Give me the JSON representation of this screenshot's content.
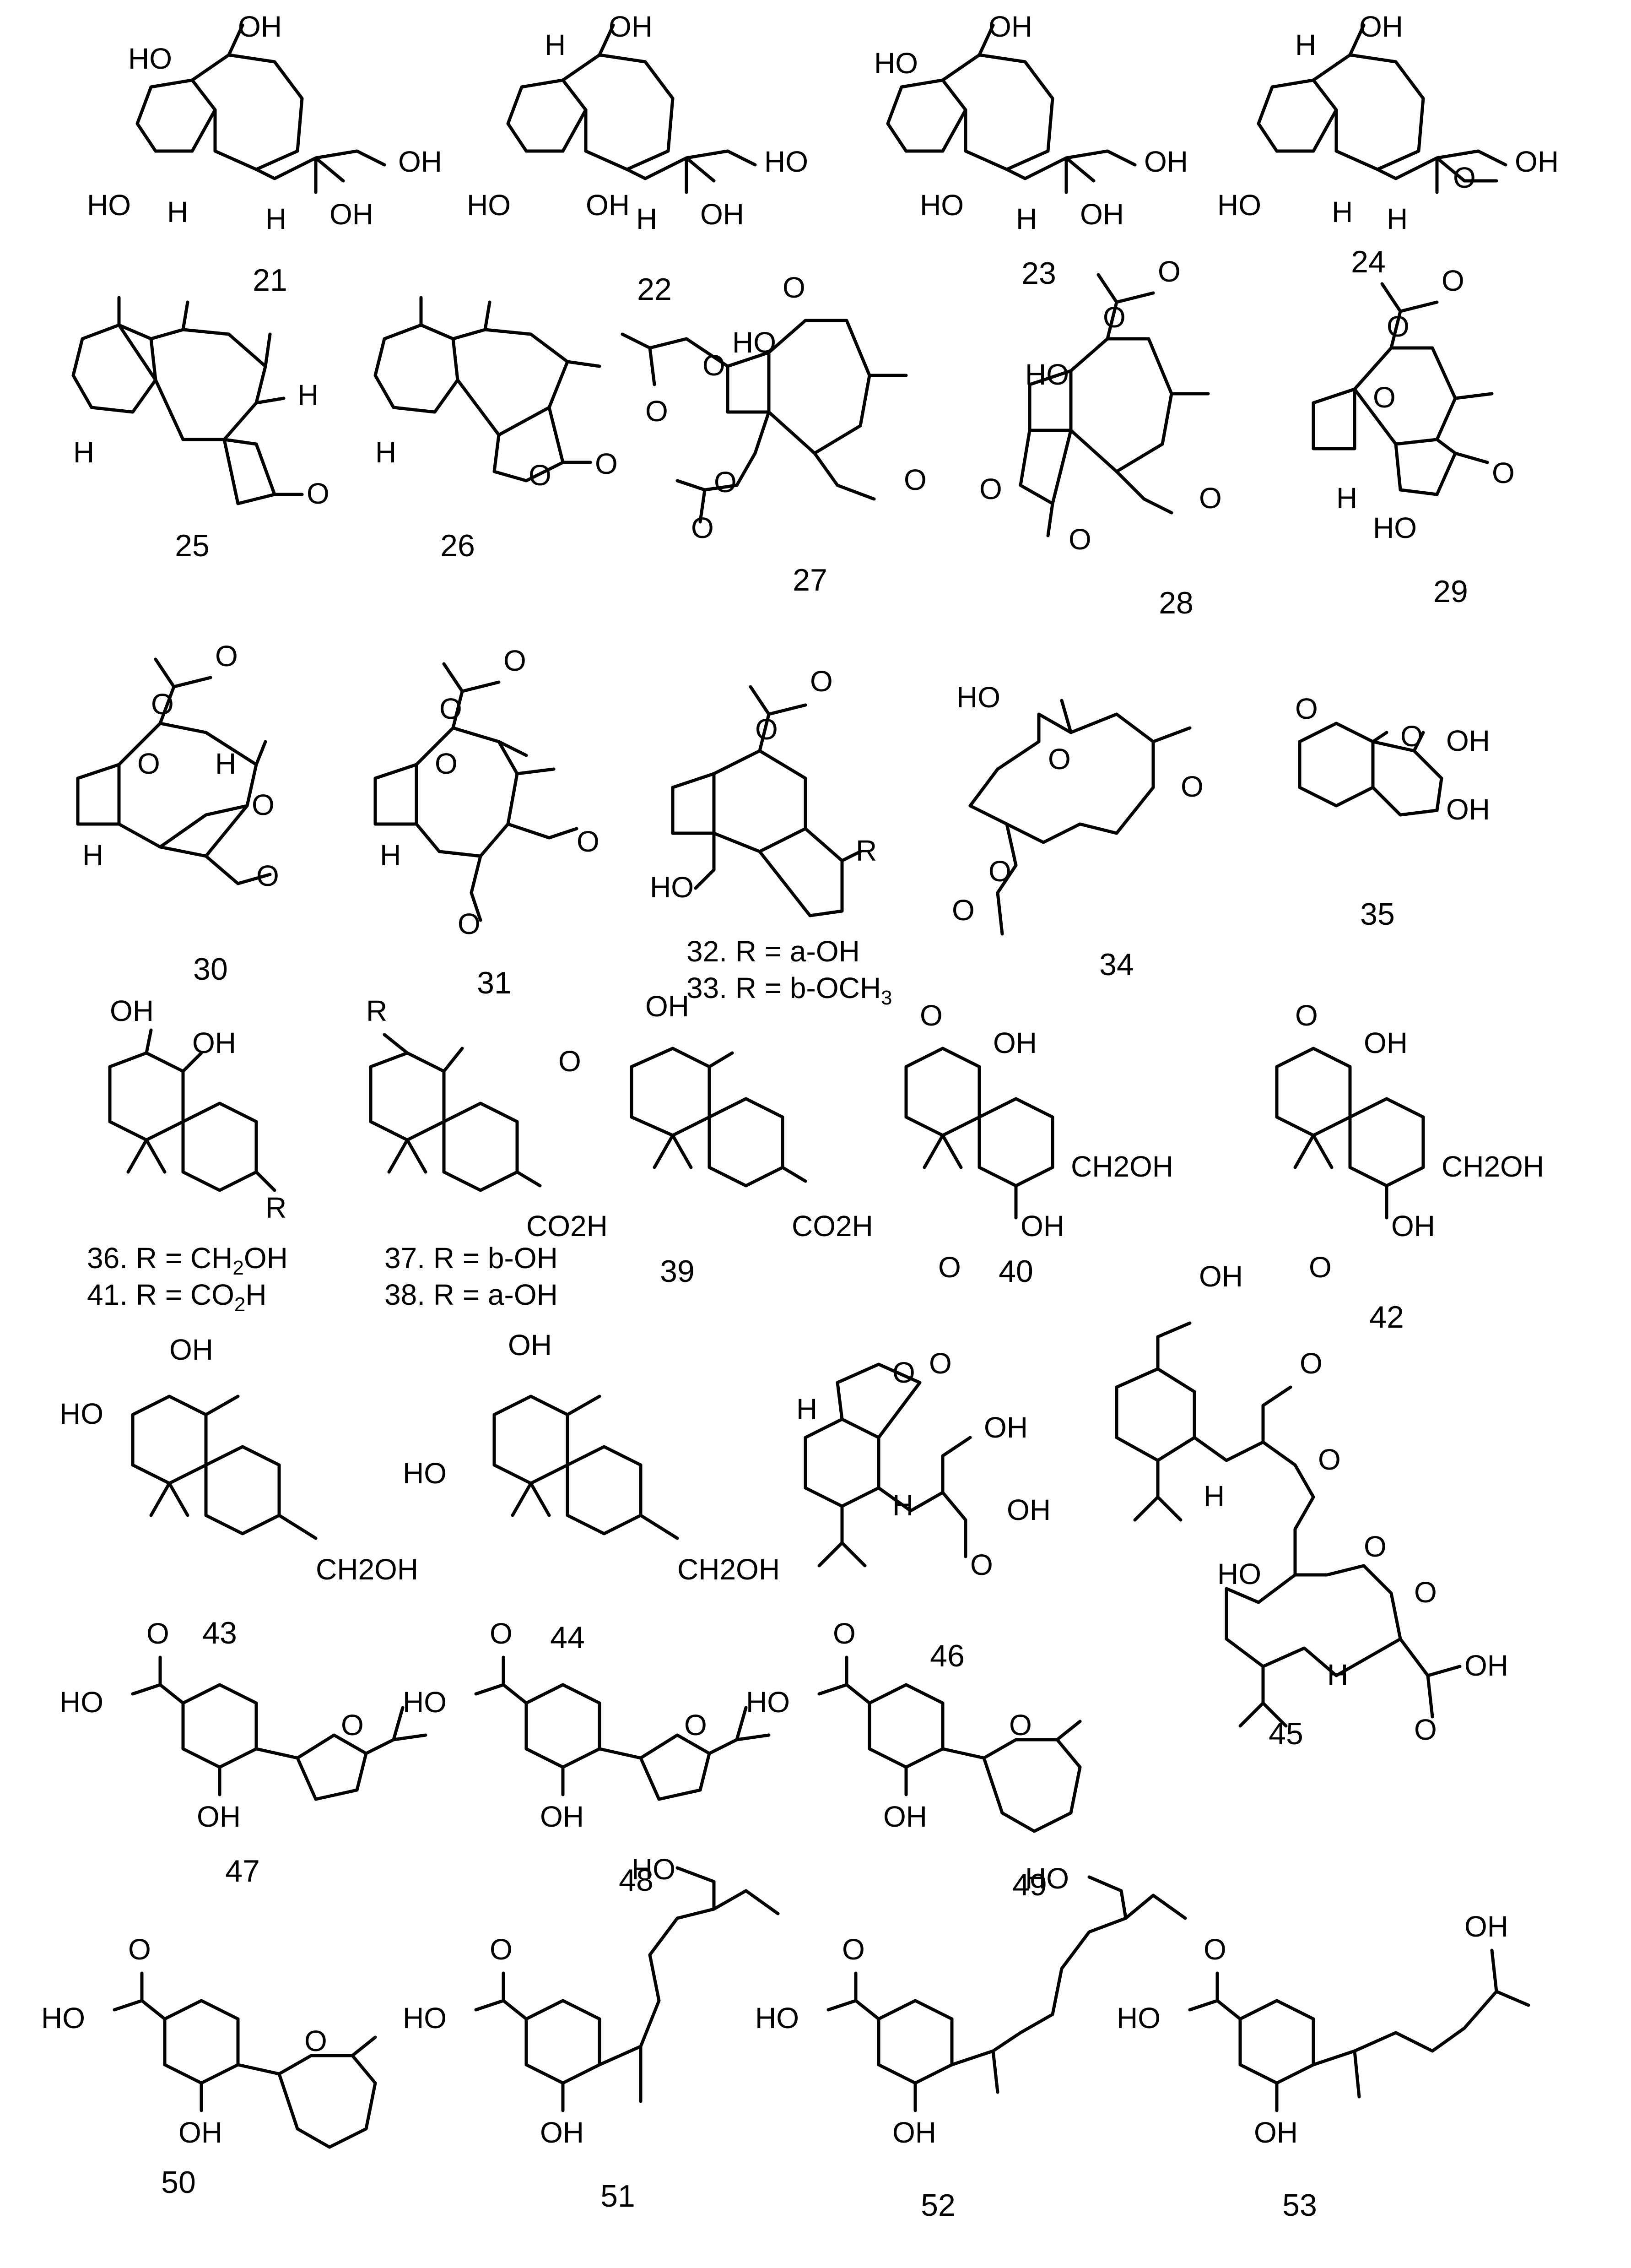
{
  "figure": {
    "compounds": [
      {
        "id": "21",
        "label": "21",
        "atoms": [
          "HO",
          "OH",
          "H",
          "OH",
          "HO",
          "H",
          "OH"
        ]
      },
      {
        "id": "22",
        "label": "22",
        "atoms": [
          "H",
          "OH",
          "OH",
          "HO",
          "HO",
          "H",
          "OH"
        ]
      },
      {
        "id": "23",
        "label": "23",
        "atoms": [
          "HO",
          "OH",
          "OH",
          "HO",
          "H",
          "OH"
        ]
      },
      {
        "id": "24",
        "label": "24",
        "atoms": [
          "H",
          "OH",
          "OH",
          "HO",
          "H",
          "H",
          "O"
        ]
      },
      {
        "id": "25",
        "label": "25",
        "atoms": [
          "H",
          "H",
          "O"
        ]
      },
      {
        "id": "26",
        "label": "26",
        "atoms": [
          "H",
          "O",
          "O"
        ]
      },
      {
        "id": "27",
        "label": "27",
        "atoms": [
          "HO",
          "O",
          "O",
          "O",
          "O",
          "O",
          "O"
        ]
      },
      {
        "id": "28",
        "label": "28",
        "atoms": [
          "O",
          "O",
          "HO",
          "O",
          "O",
          "O"
        ]
      },
      {
        "id": "29",
        "label": "29",
        "atoms": [
          "O",
          "O",
          "O",
          "H",
          "HO",
          "O"
        ]
      },
      {
        "id": "30",
        "label": "30",
        "atoms": [
          "O",
          "O",
          "O",
          "H",
          "O",
          "H",
          "O"
        ]
      },
      {
        "id": "31",
        "label": "31",
        "atoms": [
          "O",
          "O",
          "O",
          "H",
          "O",
          "O"
        ]
      },
      {
        "id": "32",
        "label": "32. R = a-OH",
        "atoms": [
          "O",
          "O",
          "HO",
          "R"
        ]
      },
      {
        "id": "33",
        "label": "33. R = b-OCH",
        "sub": "3"
      },
      {
        "id": "34",
        "label": "34",
        "atoms": [
          "HO",
          "O",
          "O",
          "O",
          "O"
        ]
      },
      {
        "id": "35",
        "label": "35",
        "atoms": [
          "O",
          "O",
          "OH",
          "OH"
        ]
      },
      {
        "id": "36",
        "label": "36. R = CH",
        "sub": "2",
        "tail": "OH",
        "atoms": [
          "OH",
          "OH",
          "R"
        ]
      },
      {
        "id": "41",
        "label": "41. R = CO",
        "sub": "2",
        "tail": "H"
      },
      {
        "id": "37",
        "label": "37. R = b-OH",
        "atoms": [
          "R",
          "CO2H"
        ]
      },
      {
        "id": "38",
        "label": "38. R = a-OH"
      },
      {
        "id": "39",
        "label": "39",
        "atoms": [
          "OH",
          "O",
          "CO2H"
        ]
      },
      {
        "id": "40",
        "label": "40",
        "atoms": [
          "O",
          "OH",
          "CH2OH",
          "O",
          "OH"
        ]
      },
      {
        "id": "42",
        "label": "42",
        "atoms": [
          "O",
          "OH",
          "CH2OH",
          "O",
          "OH"
        ]
      },
      {
        "id": "43",
        "label": "43",
        "atoms": [
          "OH",
          "HO",
          "CH2OH"
        ]
      },
      {
        "id": "44",
        "label": "44",
        "atoms": [
          "OH",
          "HO",
          "CH2OH"
        ]
      },
      {
        "id": "46",
        "label": "46",
        "atoms": [
          "O",
          "O",
          "H",
          "OH",
          "H",
          "OH",
          "O"
        ]
      },
      {
        "id": "45",
        "label": "45",
        "atoms": [
          "OH",
          "O",
          "O",
          "H",
          "HO",
          "O",
          "O",
          "H",
          "OH",
          "O"
        ]
      },
      {
        "id": "47",
        "label": "47",
        "atoms": [
          "O",
          "HO",
          "O",
          "OH"
        ]
      },
      {
        "id": "48",
        "label": "48",
        "atoms": [
          "O",
          "HO",
          "O",
          "OH"
        ]
      },
      {
        "id": "49",
        "label": "49",
        "atoms": [
          "O",
          "HO",
          "O",
          "OH"
        ]
      },
      {
        "id": "50",
        "label": "50",
        "atoms": [
          "O",
          "HO",
          "O",
          "OH"
        ]
      },
      {
        "id": "51",
        "label": "51",
        "atoms": [
          "O",
          "HO",
          "HO",
          "OH"
        ]
      },
      {
        "id": "52",
        "label": "52",
        "atoms": [
          "O",
          "HO",
          "HO",
          "OH"
        ]
      },
      {
        "id": "53",
        "label": "53",
        "atoms": [
          "O",
          "HO",
          "OH",
          "OH"
        ]
      }
    ]
  }
}
